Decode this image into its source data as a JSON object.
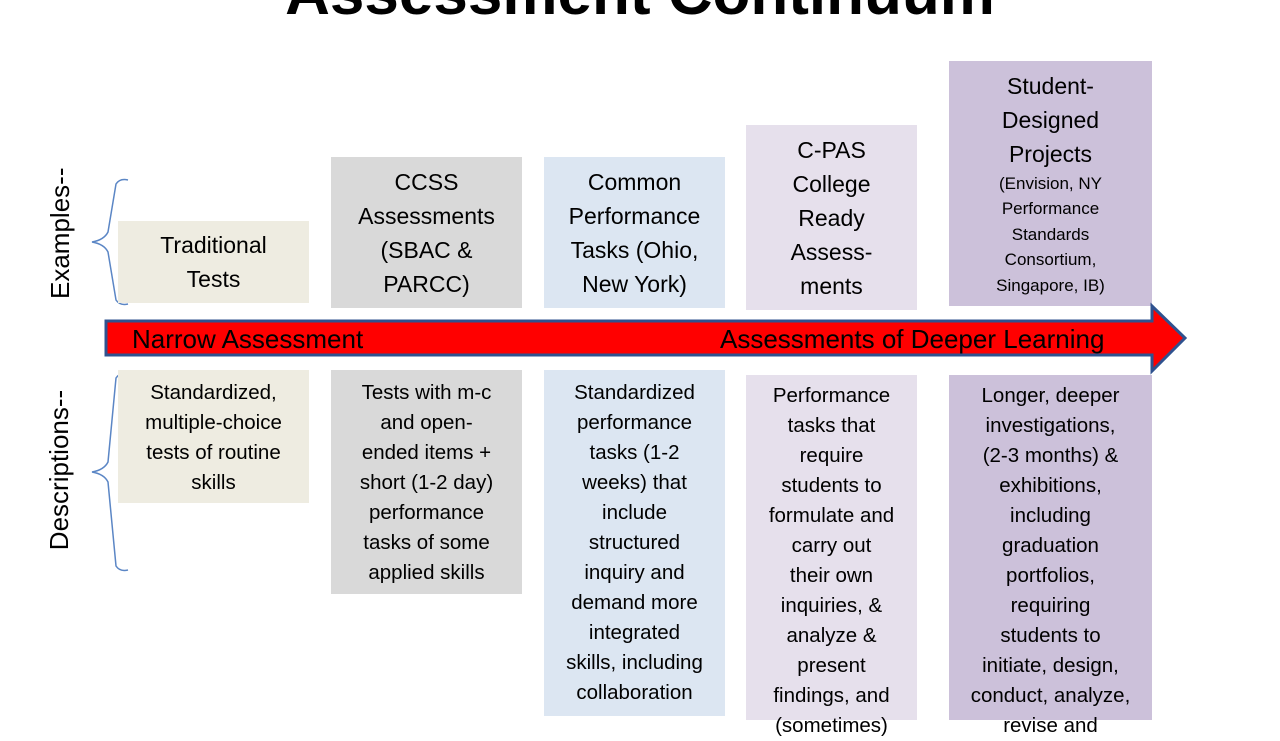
{
  "title": "Assessment Continuum",
  "labels": {
    "examples": "Examples--",
    "descriptions": "Descriptions--"
  },
  "arrow": {
    "left_text": "Narrow Assessment",
    "right_text": "Assessments of Deeper Learning",
    "fill_color": "#ff0000",
    "stroke_color": "#2f528f"
  },
  "columns": [
    {
      "color": "#eeece1",
      "example_lines": [
        "Traditional",
        "Tests"
      ],
      "example_small_lines": [],
      "description_lines": [
        "Standardized,",
        "multiple-choice",
        "tests of routine",
        "skills"
      ]
    },
    {
      "color": "#d9d9d9",
      "example_lines": [
        "CCSS",
        "Assessments",
        "(SBAC &",
        "PARCC)"
      ],
      "example_small_lines": [],
      "description_lines": [
        "Tests with m-c",
        "and open-",
        "ended items +",
        "short (1-2 day)",
        "performance",
        "tasks of some",
        "applied skills"
      ]
    },
    {
      "color": "#dce6f2",
      "example_lines": [
        "Common",
        "Performance",
        "Tasks (Ohio,",
        "New York)"
      ],
      "example_small_lines": [],
      "description_lines": [
        "Standardized",
        "performance",
        "tasks (1-2",
        "weeks) that",
        "include",
        "structured",
        "inquiry and",
        "demand more",
        "integrated",
        "skills, including",
        "collaboration"
      ]
    },
    {
      "color": "#e6e0ec",
      "example_lines": [
        "C-PAS",
        "College",
        "Ready",
        "Assess-",
        "ments"
      ],
      "example_small_lines": [],
      "description_lines": [
        "Performance",
        "tasks that",
        "require",
        "students to",
        "formulate and",
        "carry out",
        "their own",
        "inquiries, &",
        "analyze &",
        "present",
        "findings, and",
        "(sometimes)"
      ]
    },
    {
      "color": "#ccc1da",
      "example_lines": [
        "Student-",
        "Designed",
        "Projects"
      ],
      "example_small_lines": [
        "(Envision, NY",
        "Performance",
        "Standards",
        "Consortium,",
        "Singapore, IB)"
      ],
      "description_lines": [
        "Longer, deeper",
        "investigations,",
        "(2-3 months) &",
        "exhibitions,",
        "including",
        "graduation",
        "portfolios,",
        "requiring",
        "students to",
        "initiate, design,",
        "conduct, analyze,",
        "revise and"
      ]
    }
  ]
}
